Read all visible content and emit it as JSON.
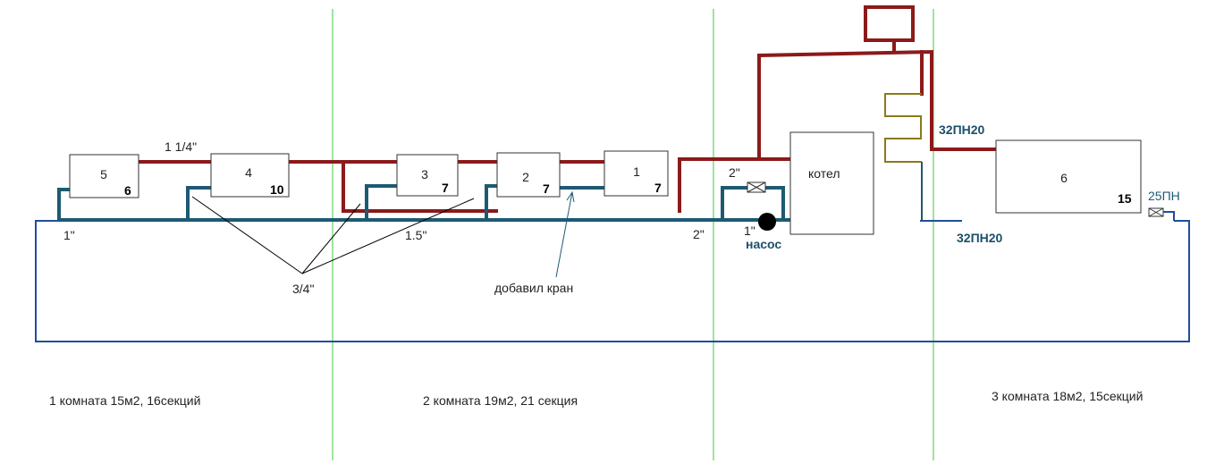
{
  "radiators": [
    {
      "name": "5",
      "sections": "6"
    },
    {
      "name": "4",
      "sections": "10"
    },
    {
      "name": "3",
      "sections": "7"
    },
    {
      "name": "2",
      "sections": "7"
    },
    {
      "name": "1",
      "sections": "7"
    },
    {
      "name": "6",
      "sections": "15"
    }
  ],
  "boiler": {
    "label": "котел"
  },
  "pump": {
    "label": "насос"
  },
  "pipe_labels": {
    "supply_1_1_4": "1 1/4\"",
    "return_1": "1\"",
    "return_1_5": "1.5\"",
    "branch_3_4": "3/4\"",
    "bypass_2": "2\"",
    "return_2": "2\"",
    "pump_1": "1\"",
    "pn_supply": "32ПН20",
    "pn_return": "32ПН20",
    "pn_25": "25ПН"
  },
  "notes": {
    "added_valve": "добавил кран"
  },
  "rooms": [
    {
      "label": "1 комната 15м2, 16секций"
    },
    {
      "label": "2 комната 19м2, 21 секция"
    },
    {
      "label": "3 комната 18м2, 15секций"
    }
  ],
  "colors": {
    "supply": "#8b1a1a",
    "return": "#1d5a72",
    "room_divider": "#5ed35e",
    "floor_outline": "#1f4e9c",
    "expansion_coil": "#8a7a1a"
  }
}
